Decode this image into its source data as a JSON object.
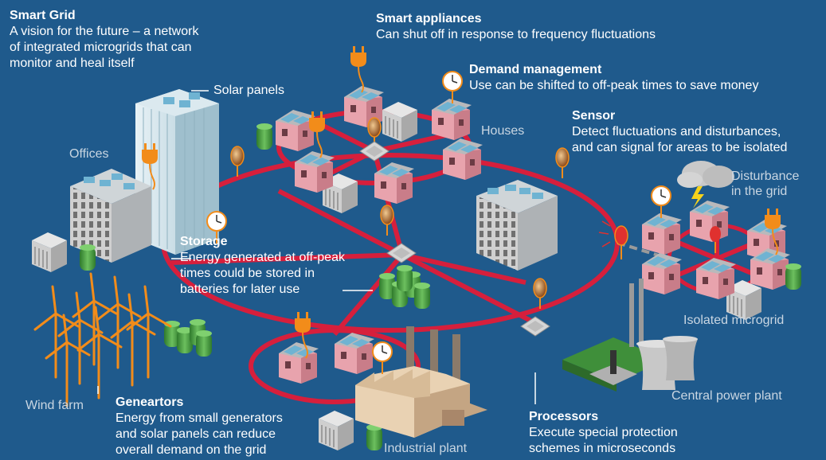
{
  "smart_grid": {
    "title": "Smart Grid",
    "lines": [
      "A vision for the future – a network",
      "of integrated microgrids that can",
      "monitor and heal itself"
    ]
  },
  "smart_appliances": {
    "title": "Smart appliances",
    "text": "Can shut off in response to frequency fluctuations"
  },
  "demand_management": {
    "title": "Demand management",
    "text": "Use can be shifted to off-peak times to save money"
  },
  "sensor": {
    "title": "Sensor",
    "lines": [
      "Detect fluctuations and disturbances,",
      "and can signal for areas to be isolated"
    ]
  },
  "storage": {
    "title": "Storage",
    "lines": [
      "Energy generated at off-peak",
      "times could be stored in",
      "batteries for later use"
    ]
  },
  "generators": {
    "title": "Geneartors",
    "lines": [
      "Energy from small generators",
      "and solar panels can reduce",
      "overall demand on the grid"
    ]
  },
  "processors": {
    "title": "Processors",
    "lines": [
      "Execute special protection",
      "schemes in microseconds"
    ]
  },
  "places": {
    "solar_panels": "Solar panels",
    "offices": "Offices",
    "houses": "Houses",
    "disturbance": [
      "Disturbance",
      "in the grid"
    ],
    "isolated_microgrid": "Isolated microgrid",
    "central_power_plant": "Central power plant",
    "wind_farm": "Wind farm",
    "industrial_plant": "Industrial plant"
  },
  "colors": {
    "background": "#1f5a8c",
    "grid_line": "#d61f3c",
    "house": "#e8a3ad",
    "roof": "#b9b9bb",
    "solar": "#6fb3d2",
    "plug": "#f28c1a",
    "battery": "#3f8f3a"
  }
}
